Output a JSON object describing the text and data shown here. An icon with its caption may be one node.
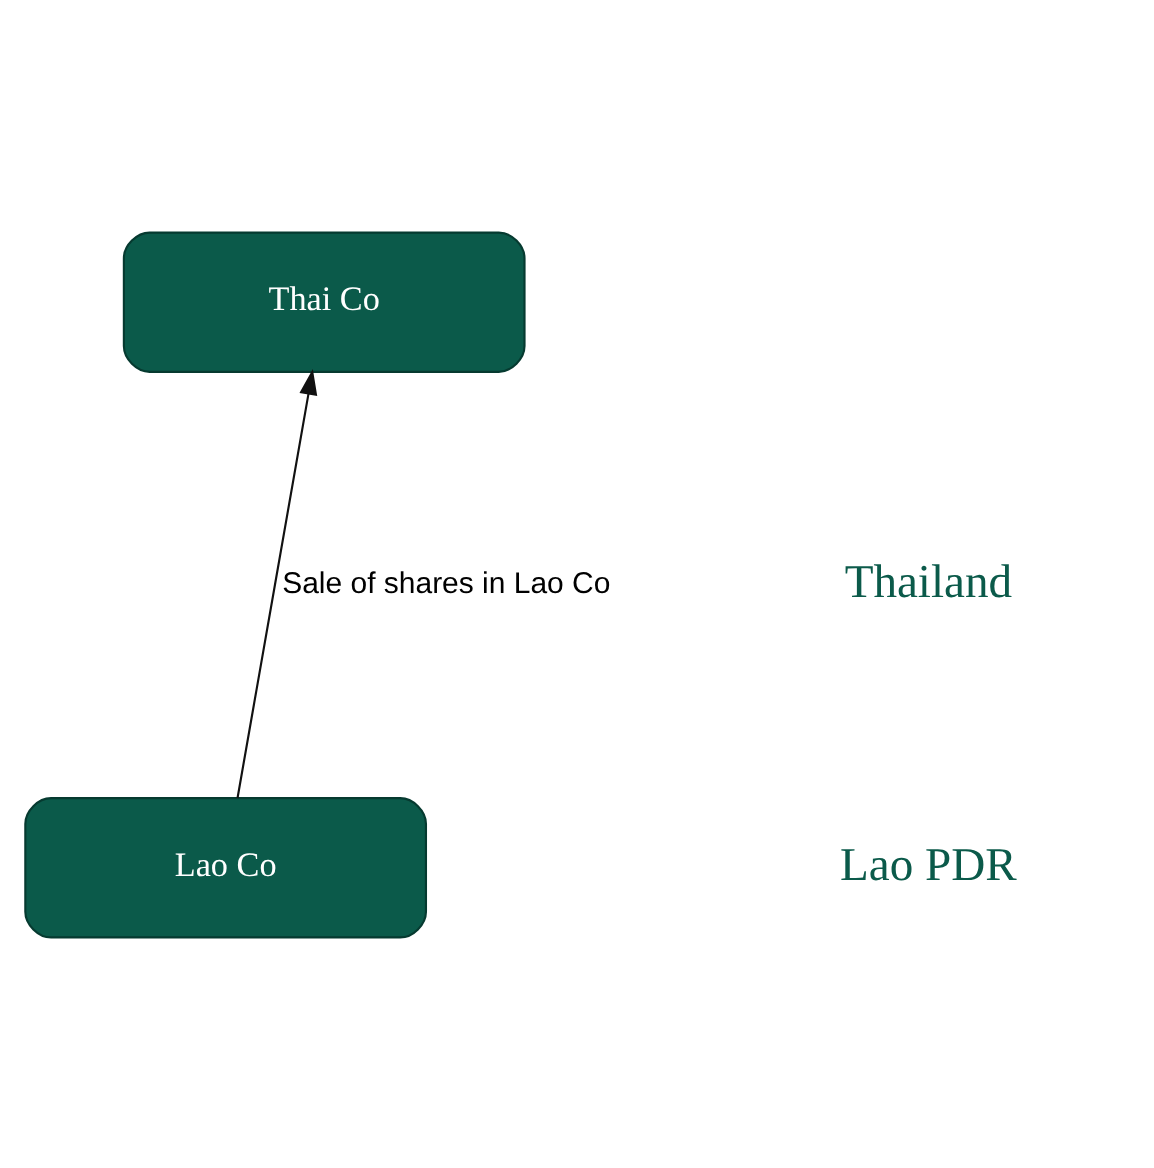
{
  "diagram": {
    "nodes": [
      {
        "text": [
          "Thai Co"
        ]
      },
      {
        "text": [
          "Lao Co"
        ]
      }
    ],
    "edges": [
      {
        "from": 1,
        "to": 0,
        "arrow": "to",
        "label": "Sale of shares in Lao Co"
      }
    ],
    "labels": [
      "Thailand",
      "Lao PDR"
    ]
  }
}
